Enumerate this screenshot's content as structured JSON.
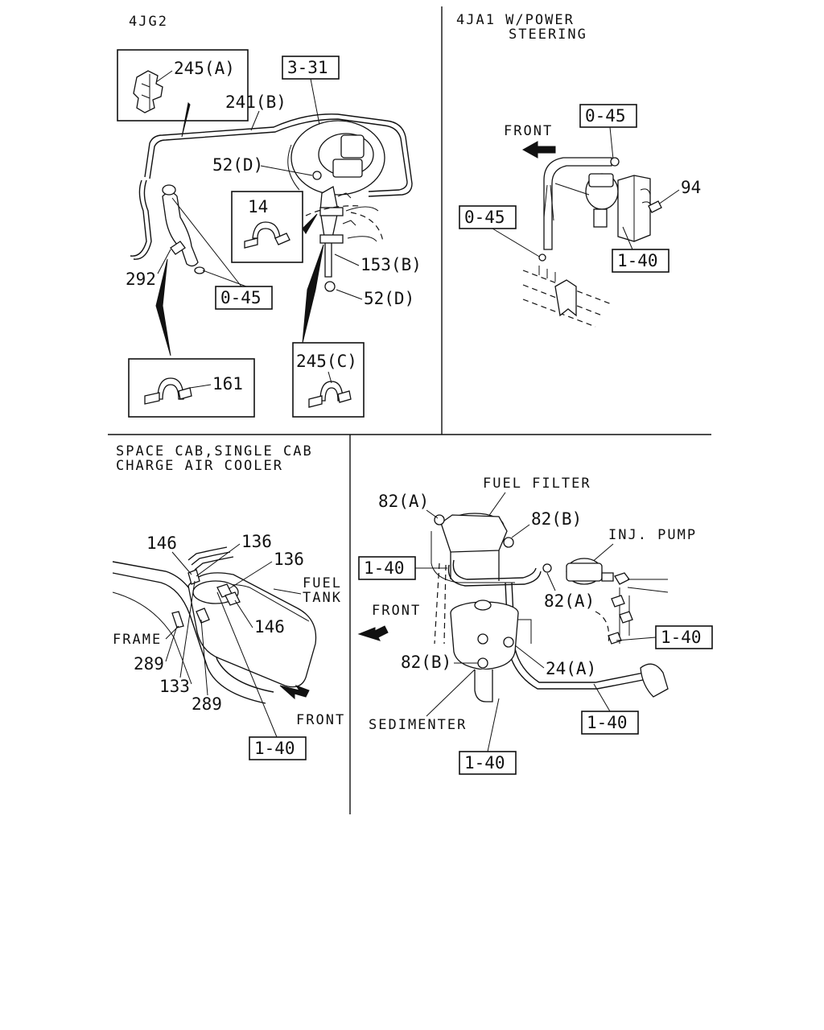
{
  "panels": {
    "p4jg2": {
      "header": "4JG2",
      "labels": {
        "ref_3_31": "3-31",
        "p245a": "245(A)",
        "p241b": "241(B)",
        "p52d_top": "52(D)",
        "p14": "14",
        "p292": "292",
        "ref_0_45": "0-45",
        "p153b": "153(B)",
        "p52d_bottom": "52(D)",
        "p161": "161",
        "p245c": "245(C)"
      }
    },
    "p4ja1": {
      "header_line1": "4JA1 W/POWER",
      "header_line2": "STEERING",
      "labels": {
        "front": "FRONT",
        "ref_0_45_top": "0-45",
        "ref_0_45_left": "0-45",
        "p94": "94",
        "ref_1_40": "1-40"
      }
    },
    "pspace": {
      "header_line1": "SPACE CAB,SINGLE CAB",
      "header_line2": "CHARGE AIR COOLER",
      "labels": {
        "p146_top": "146",
        "p136_top": "136",
        "p136_mid": "136",
        "fuel": "FUEL",
        "tank": "TANK",
        "frame": "FRAME",
        "p146_right": "146",
        "p289_left": "289",
        "p133": "133",
        "p289_bottom": "289",
        "front": "FRONT",
        "ref_1_40": "1-40"
      }
    },
    "pfilter": {
      "labels": {
        "fuel_filter": "FUEL FILTER",
        "p82a_top": "82(A)",
        "p82b_top": "82(B)",
        "inj_pump": "INJ. PUMP",
        "ref_1_40_left": "1-40",
        "front": "FRONT",
        "p82a_mid": "82(A)",
        "ref_1_40_right": "1-40",
        "p82b_left": "82(B)",
        "p24a": "24(A)",
        "sedimenter": "SEDIMENTER",
        "ref_1_40_bottom_right": "1-40",
        "ref_1_40_bottom": "1-40"
      }
    }
  }
}
